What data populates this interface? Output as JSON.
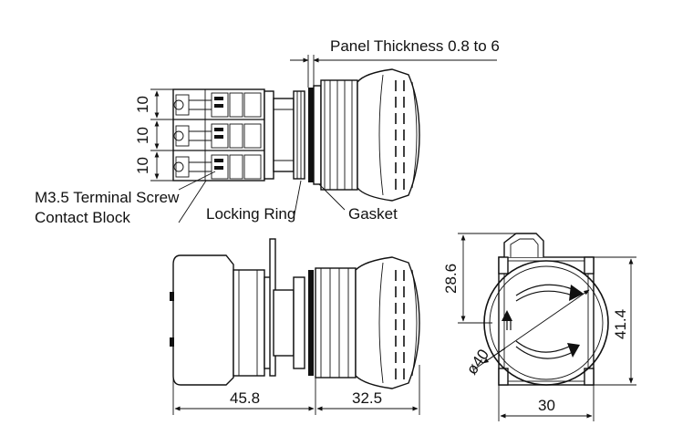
{
  "labels": {
    "panel_thickness": "Panel Thickness 0.8 to 6",
    "terminal_screw": "M3.5 Terminal Screw",
    "contact_block": "Contact Block",
    "locking_ring": "Locking Ring",
    "gasket": "Gasket"
  },
  "dimensions": {
    "pitch_1": "10",
    "pitch_2": "10",
    "pitch_3": "10",
    "rear_length": "45.8",
    "front_length": "32.5",
    "bezel_height": "28.6",
    "diameter": "ø40",
    "overall_height": "41.4",
    "width": "30"
  }
}
